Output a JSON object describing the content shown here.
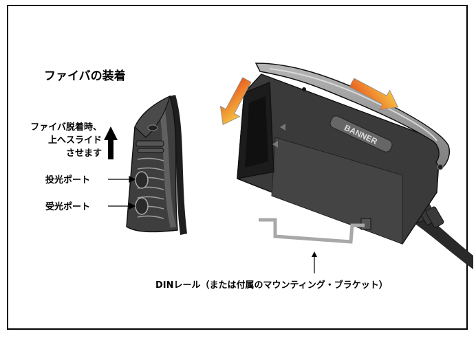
{
  "labels": {
    "title": "ファイバの装着",
    "slide_note": [
      "ファイバ脱着時、",
      "上へスライド",
      "させます"
    ],
    "emitter_port": "投光ポート",
    "receiver_port": "受光ポート",
    "din_rail": "DINレール（または付属のマウンティング・ブラケット）"
  },
  "brand_logo": "BANNER",
  "icons": [
    "up-arrow-icon",
    "slide-arrow-icon",
    "pointer-arrow-icon"
  ],
  "colors": {
    "border": "#000000",
    "body_dark": "#3a3a3a",
    "body_mid": "#5a5a5a",
    "cover_light": "#9a9a9a",
    "arrow_start": "#e84a1a",
    "arrow_end": "#f7d64a",
    "rail": "#a8a8a8"
  }
}
